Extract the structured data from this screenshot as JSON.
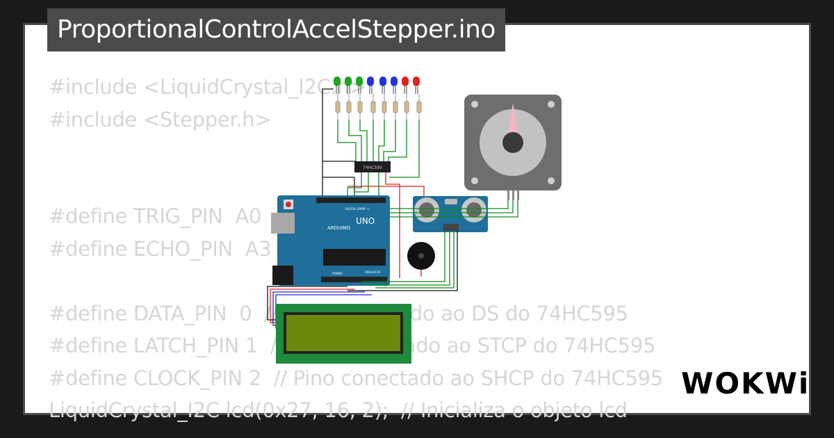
{
  "title": "ProportionalControlAccelStepper.ino",
  "code_lines": [
    "#include <LiquidCrystal_I2C.h>",
    "#include <Stepper.h>",
    "",
    "",
    "#define TRIG_PIN  A0",
    "#define ECHO_PIN  A3",
    "",
    "#define DATA_PIN  0  // Pino conectado ao DS do 74HC595",
    "#define LATCH_PIN 1  // Pino conectado ao STCP do 74HC595",
    "#define CLOCK_PIN 2  // Pino conectado ao SHCP do 74HC595",
    "LiquidCrystal_I2C lcd(0x27, 16, 2);  // Inicializa o objeto lcd"
  ],
  "logo_text": "WOKWi",
  "arduino": {
    "brand": "ARDUINO",
    "model": "UNO",
    "digital_label": "DIGITAL (PWM ~)",
    "power_label": "POWER",
    "analog_label": "ANALOG IN"
  },
  "chip_label": "74HC595",
  "colors": {
    "page_bg": "#1a1a1a",
    "card_bg": "#ffffff",
    "title_bg": "#4a4a4a",
    "code_text": "#d6d6d6",
    "board": "#1f6f9a",
    "lcd_pcb": "#1e8a3c",
    "lcd_screen": "#6b8a0a",
    "wire_green": "#0a8a1a",
    "wire_red": "#e02020",
    "wire_black": "#111111",
    "wire_blue": "#1a2ad0"
  },
  "icons": [
    "arduino-uno-board",
    "stepper-motor",
    "ultrasonic-sensor",
    "buzzer",
    "lcd-display",
    "led",
    "resistor",
    "shift-register-chip"
  ]
}
